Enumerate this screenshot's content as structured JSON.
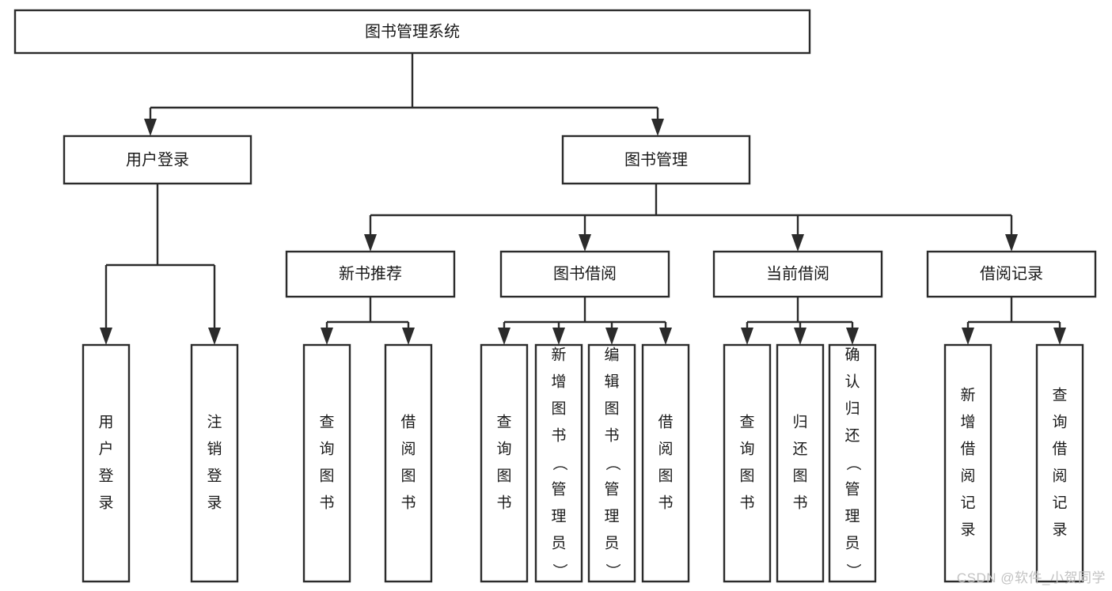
{
  "diagram": {
    "type": "tree-hierarchy-chart",
    "title": "图书管理系统",
    "watermark": "CSDN @软件_小贺同学",
    "colors": {
      "box_fill": "#ffffff",
      "box_stroke": "#2b2b2b",
      "text": "#1a1a1a",
      "watermark": "#c2c2c2",
      "background": "#ffffff"
    },
    "levels": {
      "root": {
        "label": "图书管理系统"
      },
      "level1": [
        {
          "id": "user-login",
          "label": "用户登录"
        },
        {
          "id": "book-management",
          "label": "图书管理"
        }
      ],
      "level2": [
        {
          "id": "new-book-recommend",
          "label": "新书推荐",
          "parent": "book-management"
        },
        {
          "id": "book-borrow",
          "label": "图书借阅",
          "parent": "book-management"
        },
        {
          "id": "current-borrow",
          "label": "当前借阅",
          "parent": "book-management"
        },
        {
          "id": "borrow-record",
          "label": "借阅记录",
          "parent": "book-management"
        }
      ],
      "level3": {
        "user-login": [
          {
            "id": "leaf-user-login",
            "label": "用户登录"
          },
          {
            "id": "leaf-logout",
            "label": "注销登录"
          }
        ],
        "new-book-recommend": [
          {
            "id": "leaf-query-book-1",
            "label": "查询图书"
          },
          {
            "id": "leaf-borrow-book-1",
            "label": "借阅图书"
          }
        ],
        "book-borrow": [
          {
            "id": "leaf-query-book-2",
            "label": "查询图书"
          },
          {
            "id": "leaf-add-book",
            "label": "新增图书（管理员）"
          },
          {
            "id": "leaf-edit-book",
            "label": "编辑图书（管理员）"
          },
          {
            "id": "leaf-borrow-book-2",
            "label": "借阅图书"
          }
        ],
        "current-borrow": [
          {
            "id": "leaf-query-book-3",
            "label": "查询图书"
          },
          {
            "id": "leaf-return-book",
            "label": "归还图书"
          },
          {
            "id": "leaf-confirm-return",
            "label": "确认归还（管理员）"
          }
        ],
        "borrow-record": [
          {
            "id": "leaf-add-record",
            "label": "新增借阅记录"
          },
          {
            "id": "leaf-query-record",
            "label": "查询借阅记录"
          }
        ]
      }
    }
  }
}
